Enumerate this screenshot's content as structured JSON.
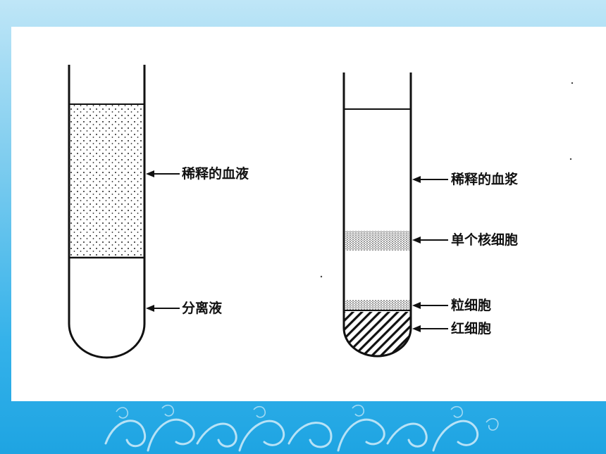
{
  "left_tube": {
    "labels": {
      "diluted_blood": "稀释的血液",
      "separation_fluid": "分离液"
    }
  },
  "right_tube": {
    "labels": {
      "diluted_plasma": "稀释的血浆",
      "mononuclear_cells": "单个核细胞",
      "granulocytes": "粒细胞",
      "red_blood_cells": "红细胞"
    }
  }
}
